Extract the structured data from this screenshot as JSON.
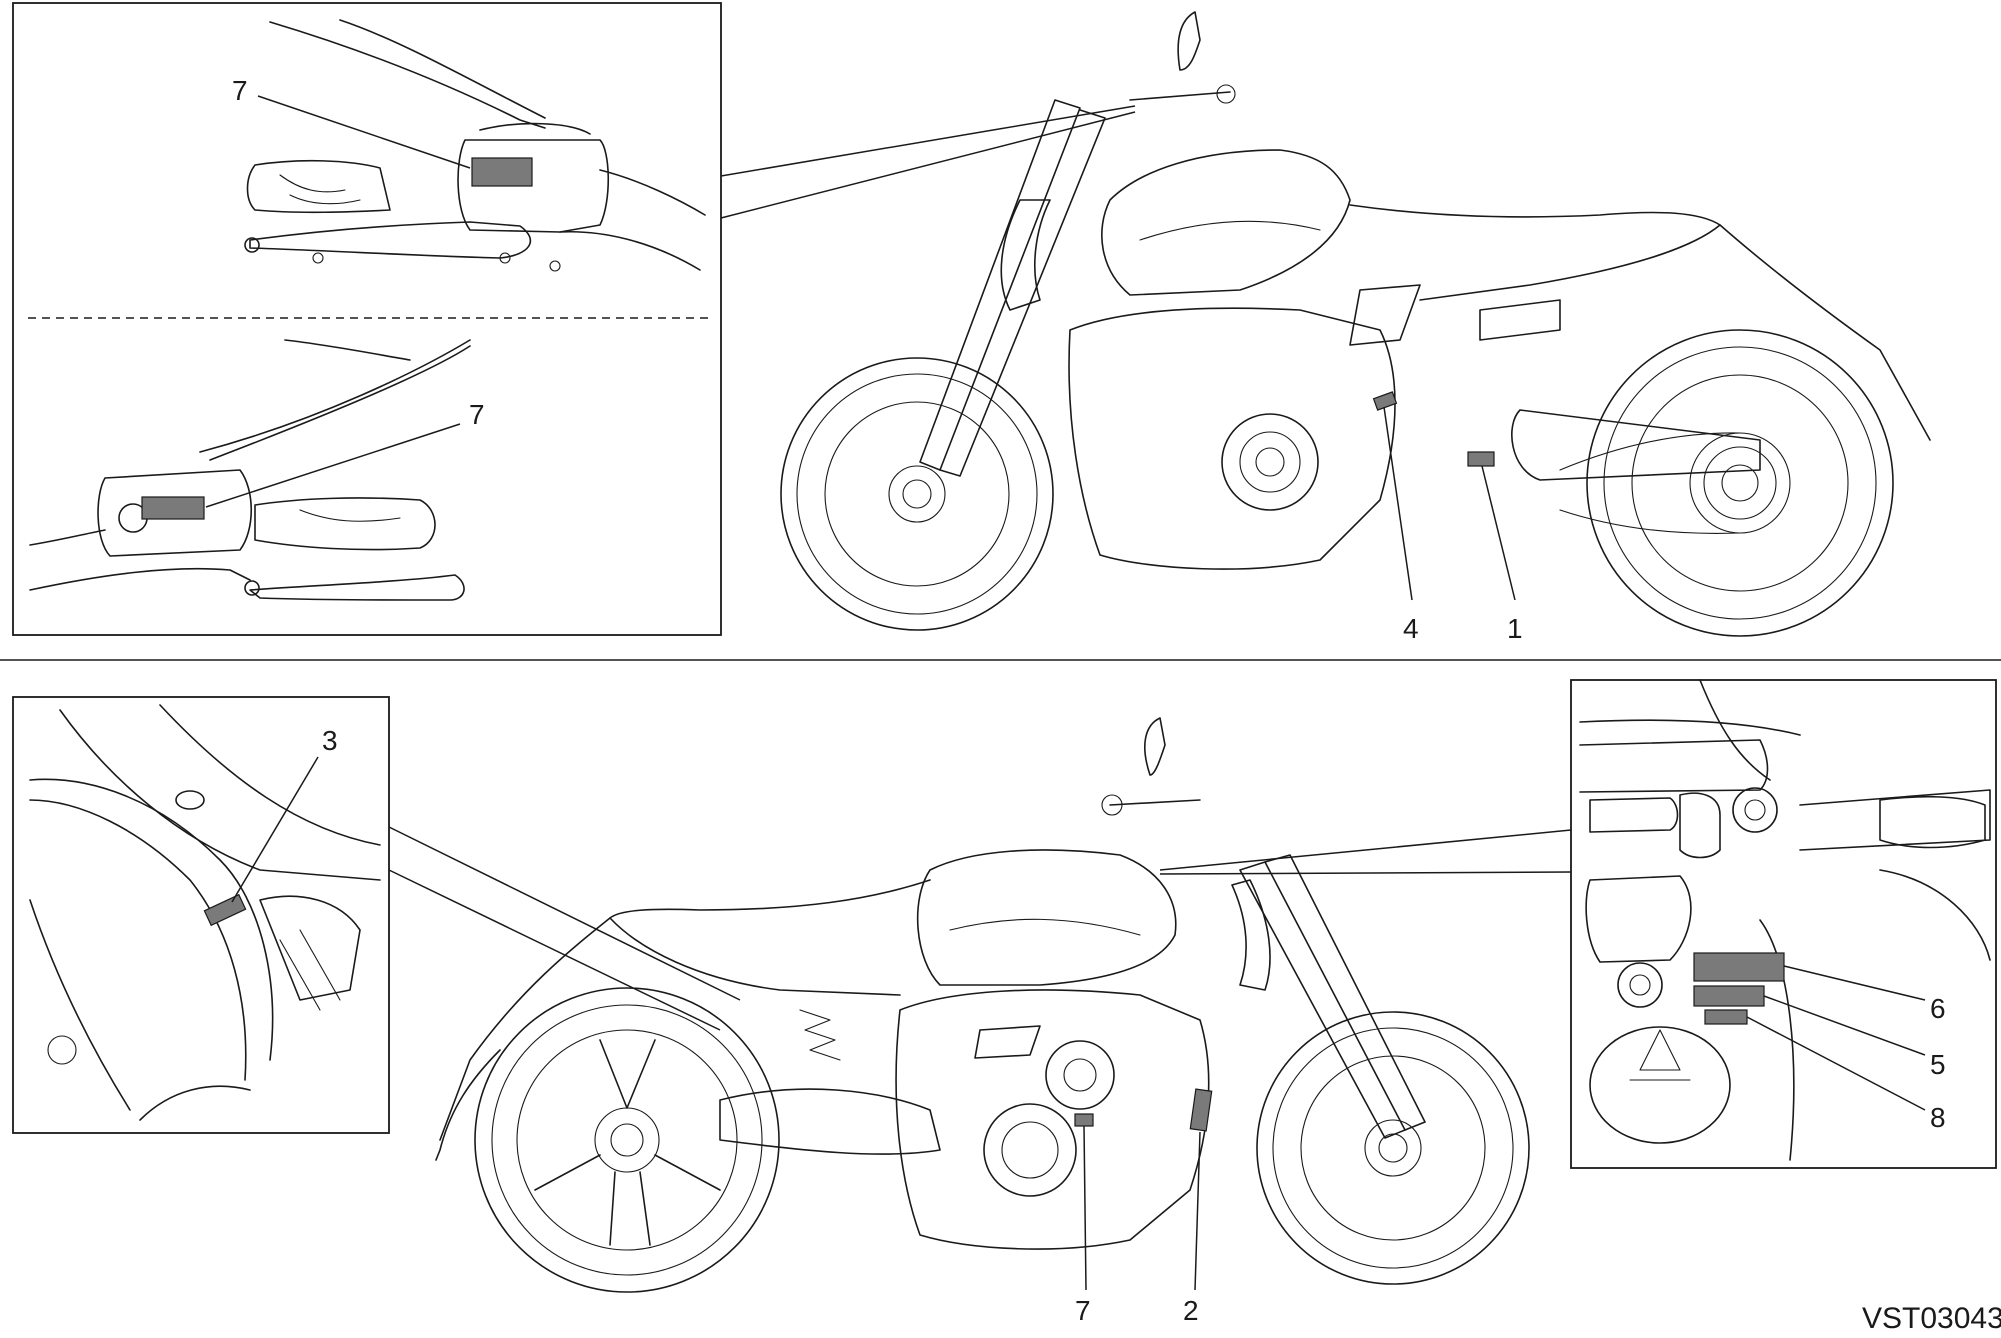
{
  "diagram": {
    "callouts": {
      "top_inset_upper_7": "7",
      "top_inset_lower_7": "7",
      "top_bike_4": "4",
      "top_bike_1": "1",
      "bottom_left_inset_3": "3",
      "bottom_right_inset_6": "6",
      "bottom_right_inset_5": "5",
      "bottom_right_inset_8": "8",
      "bottom_bike_7": "7",
      "bottom_bike_2": "2"
    },
    "reference_code": "VST03043",
    "label_color": "#7a7a7a",
    "line_color": "#1a1a1a"
  }
}
